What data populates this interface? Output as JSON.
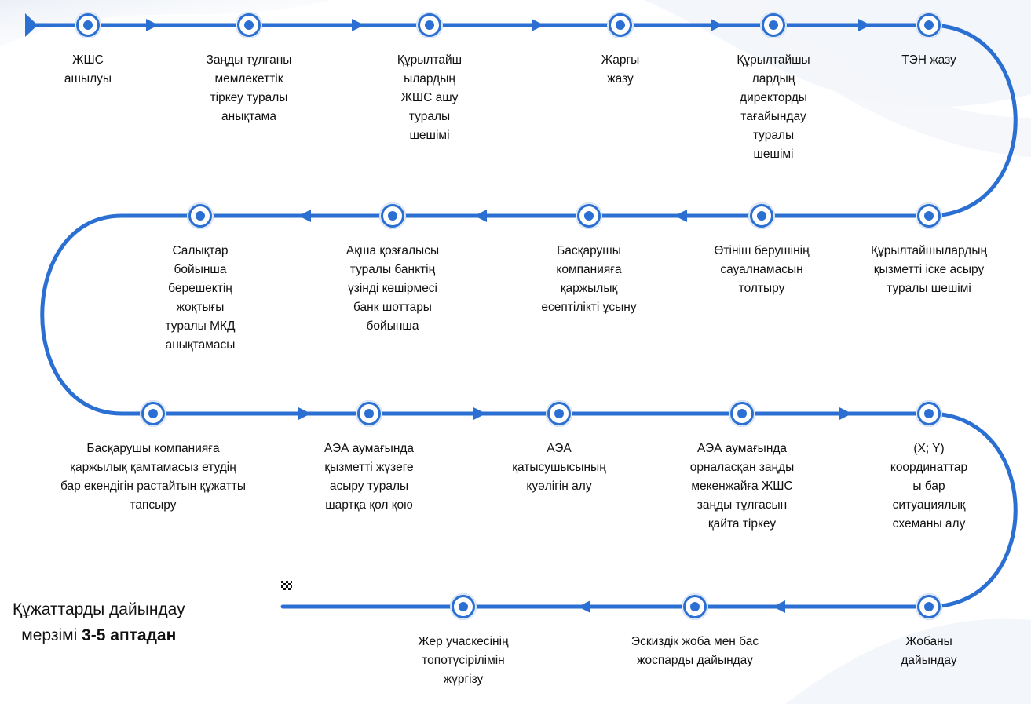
{
  "colors": {
    "accent": "#2a6fd1",
    "text": "#111111",
    "background": "#ffffff"
  },
  "steps": [
    {
      "label": "ЖШС\nашылуы"
    },
    {
      "label": "Заңды тұлғаны\nмемлекеттік\nтіркеу туралы\nанықтама"
    },
    {
      "label": "Құрылтайш\nылардың\nЖШС ашу\nтуралы\nшешімі"
    },
    {
      "label": "Жарғы\nжазу"
    },
    {
      "label": "Құрылтайшы\nлардың\nдиректорды\nтағайындау\nтуралы\nшешімі"
    },
    {
      "label": "ТЭН жазу"
    },
    {
      "label": "Құрылтайшылардың\nқызметті іске асыру\nтуралы шешімі"
    },
    {
      "label": "Өтініш берушінің\nсауалнамасын\nтолтыру"
    },
    {
      "label": "Басқарушы\nкомпанияға\nқаржылық\nесептілікті ұсыну"
    },
    {
      "label": "Ақша қозғалысы\nтуралы банктің\nүзінді көшірмесі\nбанк шоттары\nбойынша"
    },
    {
      "label": "Салықтар\nбойынша\nберешектің\nжоқтығы\nтуралы МКД\nанықтамасы"
    },
    {
      "label": "Басқарушы компанияға\nқаржылық қамтамасыз етудің\nбар екендігін растайтын құжатты\nтапсыру"
    },
    {
      "label": "АЭА аумағында\nқызметті жүзеге\nасыру туралы\nшартқа қол қою"
    },
    {
      "label": "АЭА\nқатысушысының\nкуәлігін алу"
    },
    {
      "label": "АЭА аумағында\nорналасқан заңды\nмекенжайға ЖШС\nзаңды тұлғасын\nқайта тіркеу"
    },
    {
      "label": "(X; Y)\nкоординаттар\nы бар\nситуациялық\nсхеманы алу"
    },
    {
      "label": "Жобаны\nдайындау"
    },
    {
      "label": "Эскиздік жоба мен бас\nжоспарды дайындау"
    },
    {
      "label": "Жер учаскесінің\nтопотүсірілімін\nжүргізу"
    }
  ],
  "footnote": {
    "line1": "Құжаттарды дайындау",
    "line2_prefix": "мерзімі ",
    "line2_bold": "3-5 аптадан"
  }
}
